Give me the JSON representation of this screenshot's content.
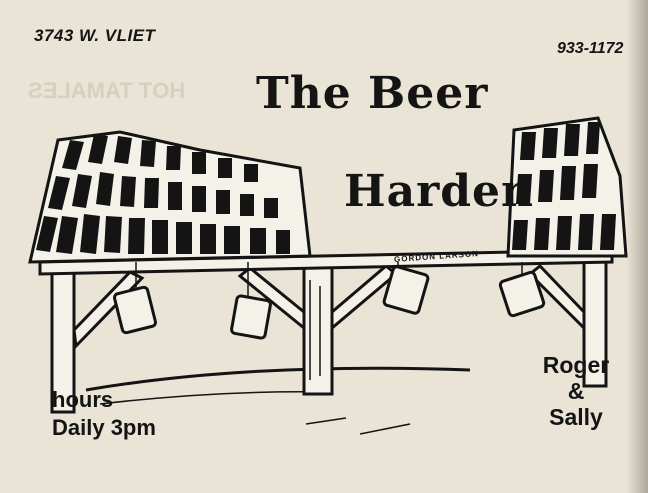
{
  "ad": {
    "address": "3743 W. VLIET",
    "phone": "933-1172",
    "title_line1": "The Beer",
    "title_line2": "Harden",
    "artist_signature": "GORDON LARSON",
    "hours_label": "hours",
    "hours_value": "Daily 3pm",
    "owner1": "Roger",
    "ampersand": "&",
    "owner2": "Sally"
  },
  "bleed_through": {
    "left_heading": "HOT TAMALES"
  },
  "colors": {
    "paper": "#e9e4d6",
    "ink": "#141414"
  }
}
